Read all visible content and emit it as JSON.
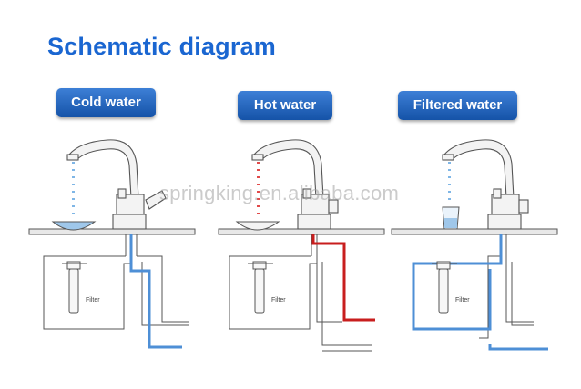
{
  "title": "Schematic diagram",
  "panels": [
    {
      "label": "Cold water",
      "filter_label": "Filter",
      "flow_color": "#2a6fc0"
    },
    {
      "label": "Hot water",
      "filter_label": "Filter",
      "flow_color": "#c81e1e"
    },
    {
      "label": "Filtered water",
      "filter_label": "Filter",
      "flow_color": "#2a6fc0"
    }
  ],
  "watermark": "springking.en.alibaba.com",
  "colors": {
    "title": "#1a66d1",
    "button": "#1f5fb8",
    "cold_pipe": "#4e8fd6",
    "hot_pipe": "#c81e1e",
    "outline": "#555555"
  }
}
